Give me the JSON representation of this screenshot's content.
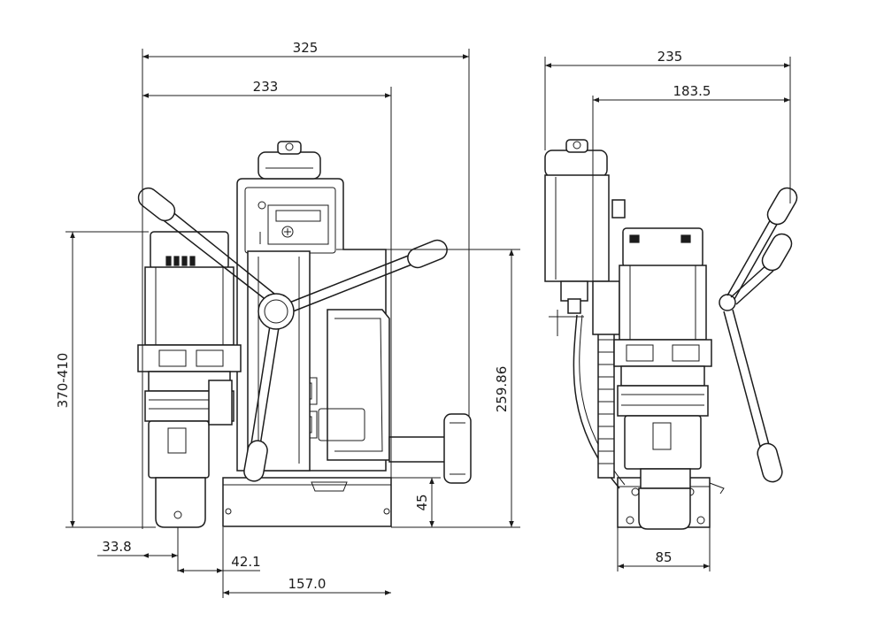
{
  "dimensions": {
    "front_total_width": "325",
    "front_body_width": "233",
    "drill_height_range": "370-410",
    "column_height": "259.86",
    "base_height": "45",
    "spindle_offset_a": "33.8",
    "spindle_offset_b": "42.1",
    "base_length": "157.0",
    "side_total_width": "235",
    "side_handle_width": "183.5",
    "side_base_width": "85"
  },
  "colors": {
    "line": "#1c1c1c",
    "background": "#ffffff"
  }
}
